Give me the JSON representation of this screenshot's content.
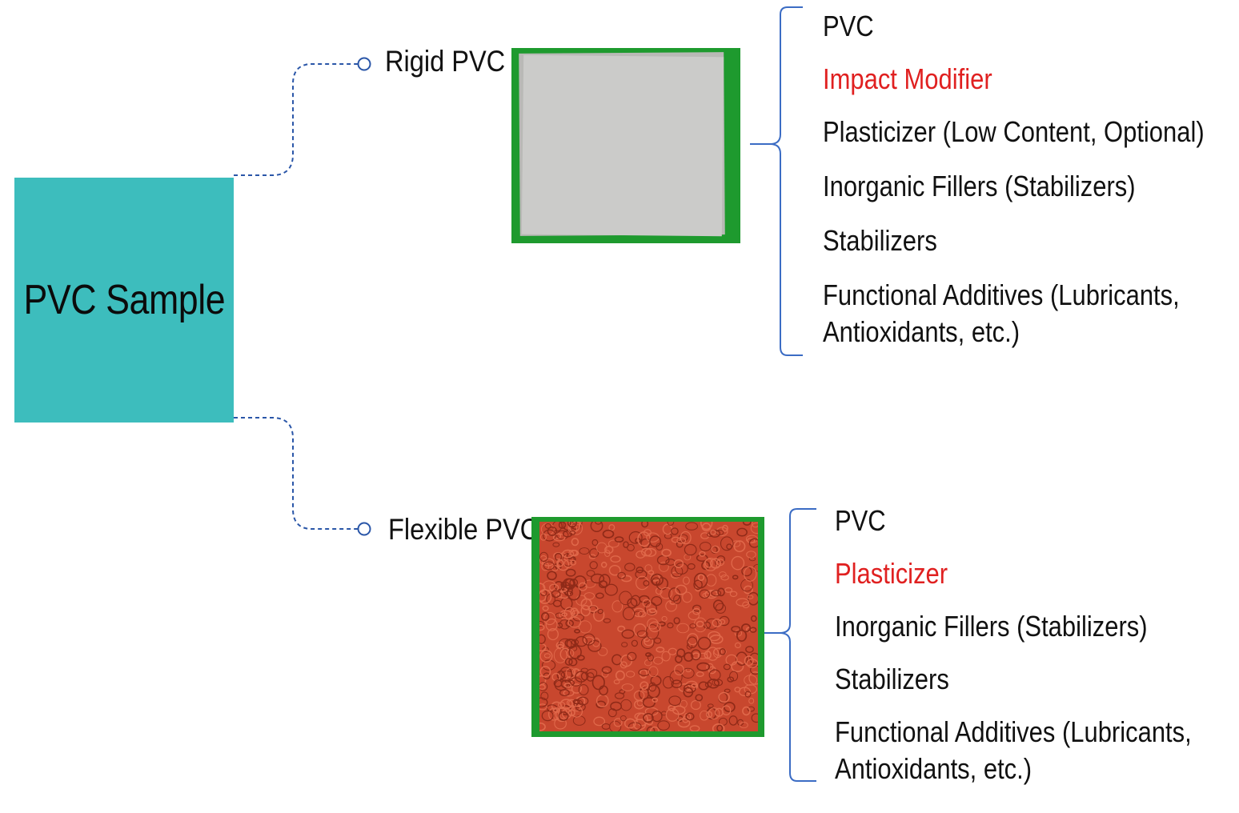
{
  "diagram": {
    "root": {
      "label": "PVC Sample",
      "color": "#3dbdbd"
    },
    "connector_color": "#2a56a8",
    "bracket_color": "#3b6cc4",
    "highlight_color": "#e02020",
    "text_color": "#111111",
    "branches": [
      {
        "label": "Rigid PVC",
        "photo": {
          "description_icon": "gray-sheet-photo",
          "background": "#1e9a2e",
          "sheet_color": "#cbcbc9"
        },
        "components": [
          {
            "text": "PVC",
            "highlight": false
          },
          {
            "text": "Impact Modifier",
            "highlight": true
          },
          {
            "text": "Plasticizer  (Low Content, Optional)",
            "highlight": false
          },
          {
            "text": "Inorganic Fillers (Stabilizers)",
            "highlight": false
          },
          {
            "text": "Stabilizers",
            "highlight": false
          },
          {
            "text": "Functional Additives  (Lubricants,",
            "highlight": false
          },
          {
            "text": "Antioxidants, etc.)",
            "highlight": false
          }
        ]
      },
      {
        "label": "Flexible PVC",
        "photo": {
          "description_icon": "red-coil-mat-photo",
          "background": "#1e9a2e",
          "mat_color": "#c8472e"
        },
        "components": [
          {
            "text": "PVC",
            "highlight": false
          },
          {
            "text": "Plasticizer",
            "highlight": true
          },
          {
            "text": "Inorganic Fillers (Stabilizers)",
            "highlight": false
          },
          {
            "text": "Stabilizers",
            "highlight": false
          },
          {
            "text": "Functional Additives  (Lubricants,",
            "highlight": false
          },
          {
            "text": "Antioxidants, etc.)",
            "highlight": false
          }
        ]
      }
    ]
  }
}
